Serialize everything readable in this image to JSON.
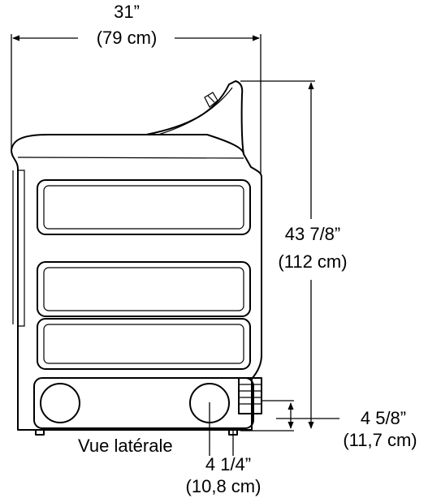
{
  "width": {
    "imperial": "31”",
    "metric": "(79 cm)"
  },
  "height": {
    "imperial": "43 7/8”",
    "metric": "(112 cm)"
  },
  "foot_clearance": {
    "imperial": "4 5/8”",
    "metric": "(11,7 cm)"
  },
  "foot_offset": {
    "imperial": "4 1/4”",
    "metric": "(10,8 cm)"
  },
  "view_label": "Vue latérale",
  "colors": {
    "line": "#000000",
    "background": "#ffffff"
  }
}
